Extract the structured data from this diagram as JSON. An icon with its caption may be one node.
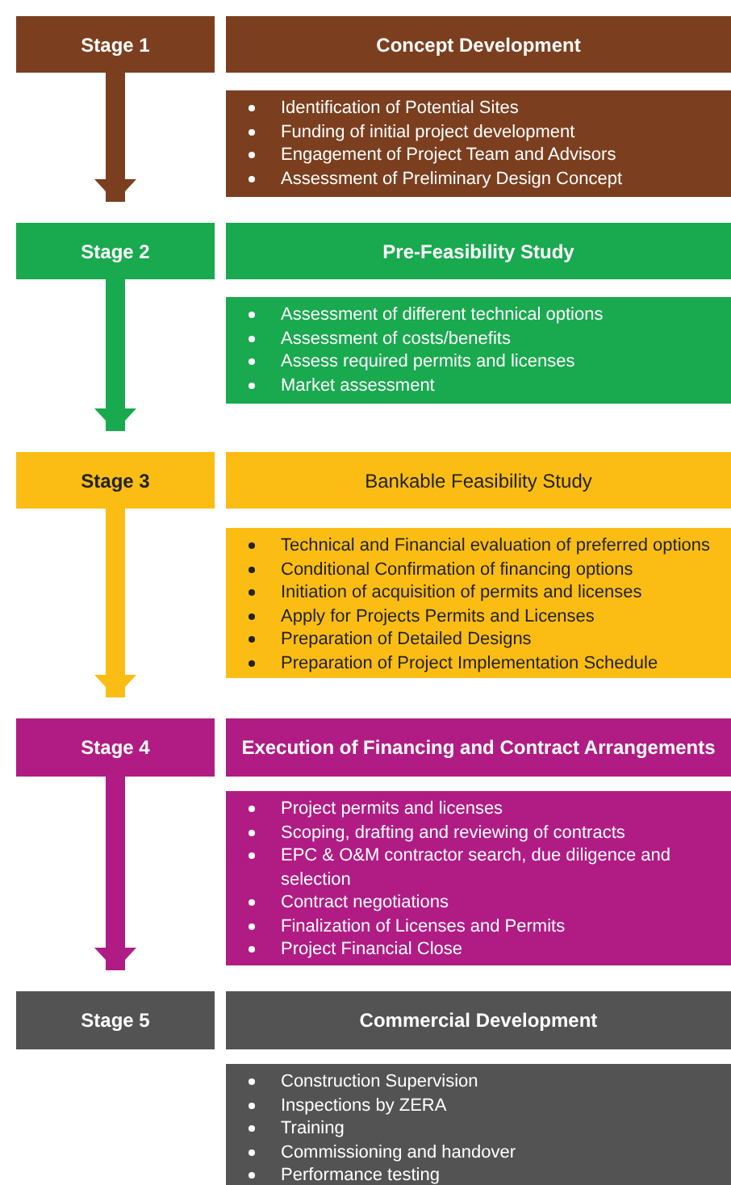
{
  "diagram": {
    "nodes": [
      {
        "text": [
          "Stage 1"
        ]
      },
      {
        "text": [
          "Concept Development"
        ]
      },
      {
        "text": [
          "Identification of Potential Sites",
          "Funding of initial project development",
          "Engagement of Project Team and Advisors",
          "Assessment of Preliminary Design Concept"
        ]
      },
      {
        "text": [
          "Stage 2"
        ]
      },
      {
        "text": [
          "Pre-Feasibility Study"
        ]
      },
      {
        "text": [
          "Assessment of different technical options",
          "Assessment of costs/benefits",
          "Assess required permits and licenses",
          "Market assessment"
        ]
      },
      {
        "text": [
          "Stage 3"
        ]
      },
      {
        "text": [
          "Bankable Feasibility Study"
        ]
      },
      {
        "text": [
          "Technical and Financial evaluation of preferred options",
          "Conditional Confirmation of financing options",
          "Initiation of acquisition of permits and licenses",
          "Apply for Projects Permits and Licenses",
          "Preparation of Detailed Designs",
          "Preparation of Project Implementation Schedule"
        ]
      },
      {
        "text": [
          "Stage 4"
        ]
      },
      {
        "text": [
          "Execution of Financing and Contract  Arrangements"
        ]
      },
      {
        "text": [
          "Project permits and licenses",
          "Scoping, drafting and reviewing of contracts",
          "EPC & O&M contractor search, due diligence and selection",
          "Contract negotiations",
          "Finalization of Licenses and Permits",
          "Project Financial Close"
        ]
      },
      {
        "text": [
          "Stage 5"
        ]
      },
      {
        "text": [
          "Commercial Development"
        ]
      },
      {
        "text": [
          "Construction Supervision",
          "Inspections by ZERA",
          "Training",
          "Commissioning and handover",
          "Performance testing"
        ]
      }
    ],
    "edges": [
      {
        "from": 0,
        "to": 3,
        "arrow": "to",
        "color": "#7b3f1f"
      },
      {
        "from": 3,
        "to": 6,
        "arrow": "to",
        "color": "#19a94f"
      },
      {
        "from": 6,
        "to": 9,
        "arrow": "to",
        "color": "#fbbd14"
      },
      {
        "from": 9,
        "to": 12,
        "arrow": "to",
        "color": "#b01c84"
      }
    ]
  }
}
